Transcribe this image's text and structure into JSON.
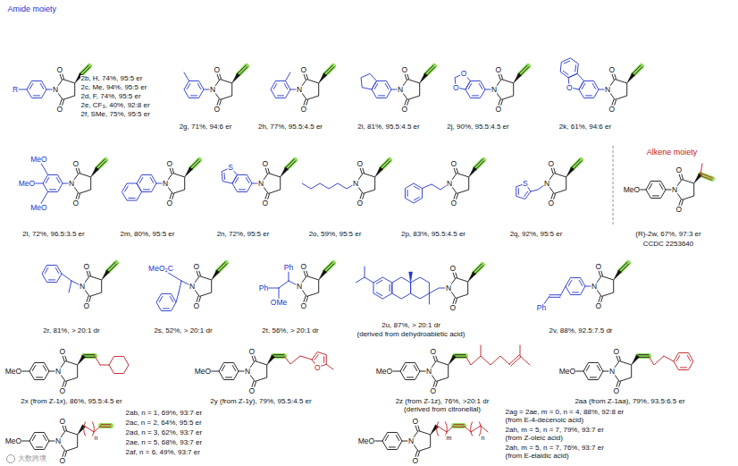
{
  "diagram": {
    "labels": [
      "Amide moiety",
      "O",
      "N",
      "O",
      "R",
      "2b, H, 74%, 95:5 er",
      "2c, Me, 94%, 95:5 er",
      "2d, F, 74%, 95:5 er",
      "2e, CF₃, 40%, 92:8 er",
      "2f, SMe, 75%, 95:5 er",
      "O",
      "N",
      "O",
      "2g, 71%, 94:6 er",
      "O",
      "N",
      "O",
      "2h, 77%, 95.5:4.5 er",
      "O",
      "N",
      "O",
      "2i, 81%, 95.5:4.5 er",
      "O",
      "N",
      "O",
      "O",
      "O",
      "2j, 90%, 95.5:4.5 er",
      "O",
      "N",
      "O",
      "O",
      "2k, 61%, 94:6 er",
      "O",
      "N",
      "O",
      "MeO",
      "MeO",
      "MeO",
      "2l, 72%, 96.5:3.5 er",
      "O",
      "N",
      "O",
      "2m, 80%, 95:5 er",
      "O",
      "N",
      "O",
      "S",
      "2n, 72%, 95:5 er",
      "O",
      "N",
      "O",
      "2o, 59%, 95:5 er",
      "O",
      "N",
      "O",
      "2p, 83%, 95.5:4.5 er",
      "O",
      "N",
      "O",
      "S",
      "2q, 92%, 95:5 er",
      "Alkene moiety",
      "O",
      "N",
      "O",
      "MeO",
      "(R)-2w, 67%, 97:3 er",
      "CCDC 2253640",
      "O",
      "N",
      "O",
      "2r, 81%, > 20:1 dr",
      "O",
      "N",
      "O",
      "MeO₂C",
      "2s, 52%, > 20:1 dr",
      "O",
      "N",
      "O",
      "Ph",
      "Ph",
      "OMe",
      "2t, 56%, > 20:1 dr",
      "O",
      "N",
      "O",
      "2u, 87%, > 20:1 dr",
      "(derived from dehydroabietic acid)",
      "O",
      "N",
      "O",
      "Ph",
      "2v, 88%, 92.5:7.5 dr",
      "O",
      "N",
      "O",
      "MeO",
      "2x (from Z-1x), 86%, 95.5:4.5 er",
      "O",
      "N",
      "O",
      "MeO",
      "O",
      "2y (from Z-1y), 79%, 95.5:4.5 er",
      "O",
      "N",
      "O",
      "MeO",
      "2z (from Z-1z), 76%, >20:1 dr",
      "(derived from citronellal)",
      "O",
      "N",
      "O",
      "MeO",
      "2aa (from Z-1aa), 79%, 93.5:6.5 er",
      "O",
      "N",
      "O",
      "MeO",
      "n",
      "2ab, n = 1, 69%, 93:7 er",
      "2ac, n = 2, 64%, 95:5 er",
      "2ad, n = 3, 62%, 93:7 er",
      "2ae, n = 5, 68%, 93:7 er",
      "2af, n = 6, 49%, 93:7 er",
      "O",
      "N",
      "O",
      "MeO",
      "m",
      "n",
      "2ag = 2ae, m = 0, n = 4, 88%, 92:8 er",
      "(from E-4-decenoic acid)",
      "2ah, m = 5, n = 7, 79%, 93:7 er",
      "(from Z-oleic acid)",
      "2ah, m = 5, n = 7, 76%, 93:7 er",
      "(from E-elaidic acid)",
      "大数跨境"
    ]
  }
}
